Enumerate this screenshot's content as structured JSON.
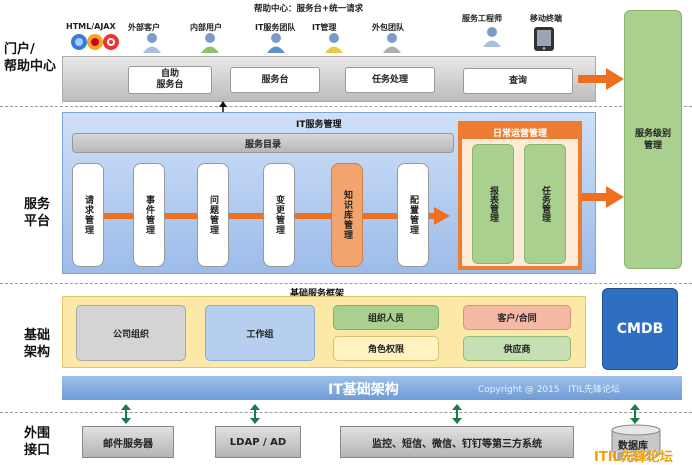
{
  "help_center": "帮助中心：服务台+统一请求",
  "layers": {
    "portal": "门户/\n帮助中心",
    "platform": "服务\n平台",
    "base": "基础\n架构",
    "external": "外围\n接口"
  },
  "users": {
    "html_ajax": "HTML/AJAX",
    "external_customer": "外部客户",
    "internal_user": "内部用户",
    "it_service_team": "IT服务团队",
    "it_management": "IT管理",
    "outsource_team": "外包团队",
    "service_engineer": "服务工程师",
    "mobile_terminal": "移动终端"
  },
  "portal_buttons": {
    "self_service": "自助\n服务台",
    "service_desk": "服务台",
    "task_processing": "任务处理",
    "query": "查询"
  },
  "platform": {
    "title": "IT服务管理",
    "catalog": "服务目录",
    "processes": [
      "请求管理",
      "事件管理",
      "问题管理",
      "变更管理",
      "知识库管理",
      "配置管理"
    ],
    "daily_title": "日常运营管理",
    "daily_items": [
      "报表管理",
      "任务管理"
    ],
    "sla": "服务级别管理"
  },
  "framework": {
    "title": "基础服务框架",
    "company_org": "公司组织",
    "workgroup": "工作组",
    "org_staff": "组织人员",
    "customer_contract": "客户/合同",
    "role_permission": "角色权限",
    "supplier": "供应商",
    "cmdb": "CMDB"
  },
  "infra": {
    "title": "IT基础架构",
    "copyright": "Copyright @ 2015   ITIL先锋论坛"
  },
  "external": {
    "mail": "邮件服务器",
    "ldap": "LDAP / AD",
    "monitor": "监控、短信、微信、钉钉等第三方系统",
    "database": "数据库"
  },
  "watermark": "ITIL先锋论坛",
  "colors": {
    "orange": "#ed7d31",
    "green": "#a9d08e",
    "blue": "#2f6fc1",
    "platform_blue": "#9cbce9",
    "framework_yellow": "#fde9a7"
  }
}
